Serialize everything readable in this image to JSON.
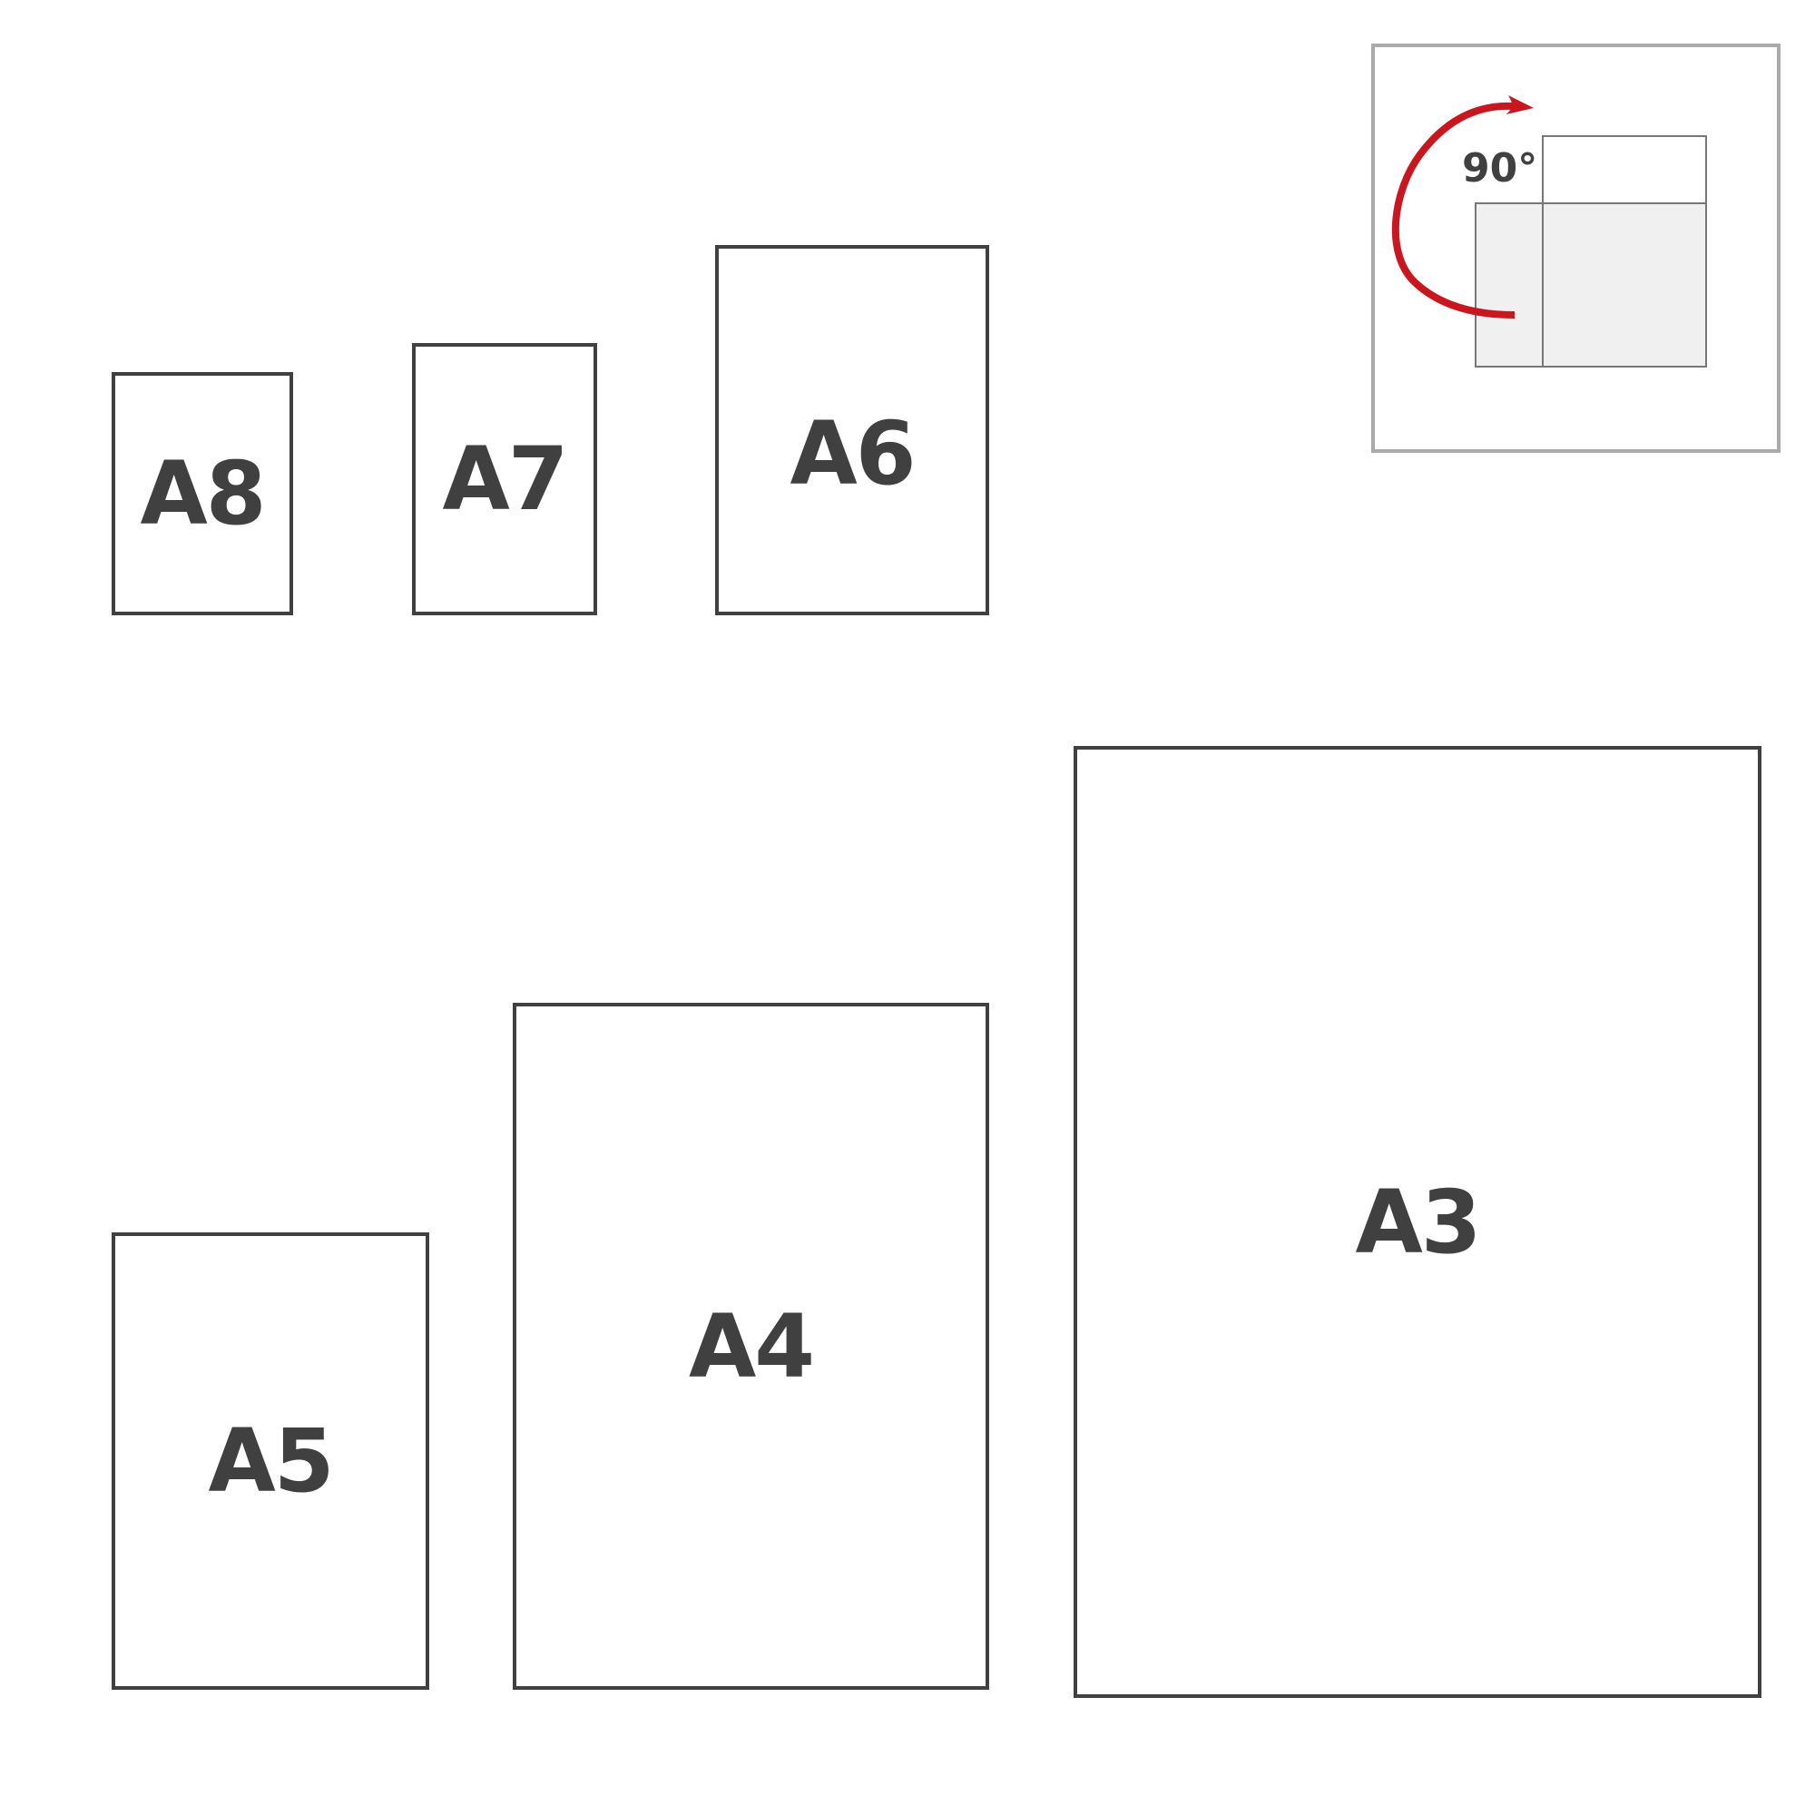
{
  "sheets": [
    {
      "label": "A8"
    },
    {
      "label": "A7"
    },
    {
      "label": "A6"
    },
    {
      "label": "A5"
    },
    {
      "label": "A4"
    },
    {
      "label": "A3"
    }
  ],
  "rotation_inset": {
    "angle_label": "90°",
    "arrow_color": "#c8171e",
    "frame_color": "#aaaaaa",
    "fill_color": "#f0f0f0"
  },
  "text_color": "#404040"
}
